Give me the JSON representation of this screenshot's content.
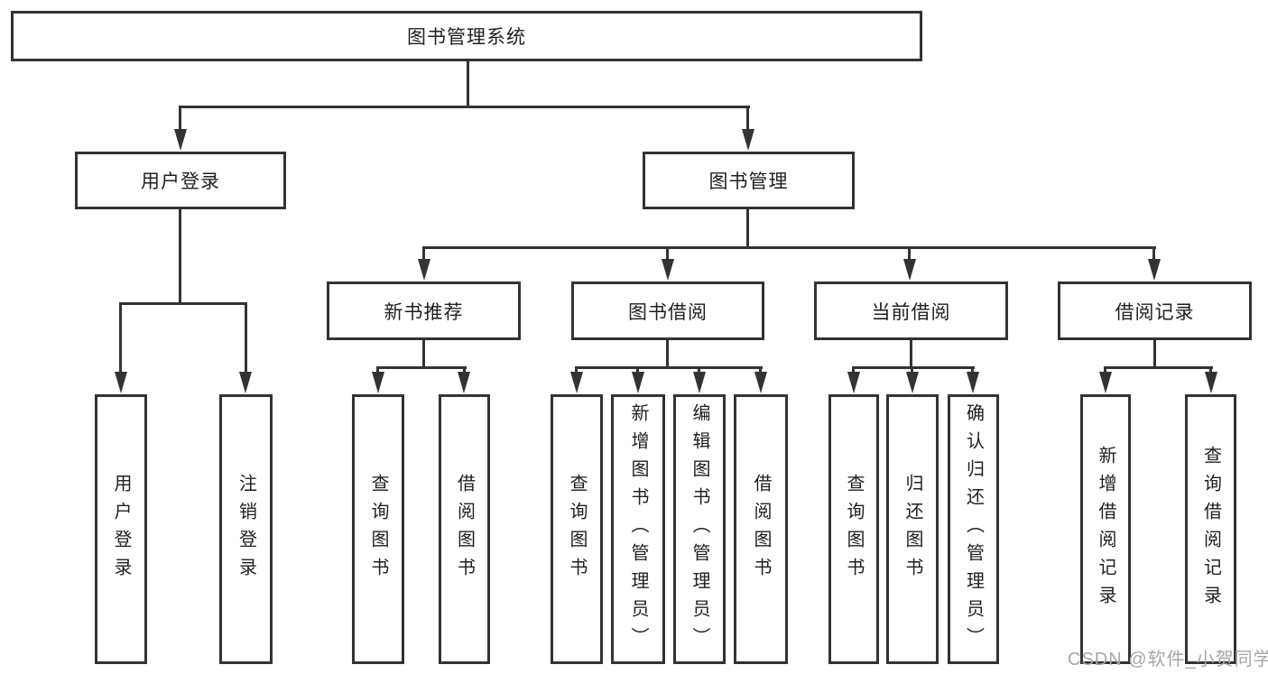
{
  "root": {
    "label": "图书管理系统"
  },
  "branches": [
    {
      "label": "用户登录",
      "children": [
        {
          "label": "用户登录"
        },
        {
          "label": "注销登录"
        }
      ]
    },
    {
      "label": "图书管理",
      "sections": [
        {
          "label": "新书推荐",
          "children": [
            {
              "label": "查询图书"
            },
            {
              "label": "借阅图书"
            }
          ]
        },
        {
          "label": "图书借阅",
          "children": [
            {
              "label": "查询图书"
            },
            {
              "label": "新增图书（管理员）"
            },
            {
              "label": "编辑图书（管理员）"
            },
            {
              "label": "借阅图书"
            }
          ]
        },
        {
          "label": "当前借阅",
          "children": [
            {
              "label": "查询图书"
            },
            {
              "label": "归还图书"
            },
            {
              "label": "确认归还（管理员）"
            }
          ]
        },
        {
          "label": "借阅记录",
          "children": [
            {
              "label": "新增借阅记录"
            },
            {
              "label": "查询借阅记录"
            }
          ]
        }
      ]
    }
  ],
  "watermark": "CSDN @软件_小贺同学",
  "colors": {
    "line": "#333333",
    "text": "#1f1f1f",
    "watermark": "#a6a6a6",
    "background": "#ffffff"
  }
}
